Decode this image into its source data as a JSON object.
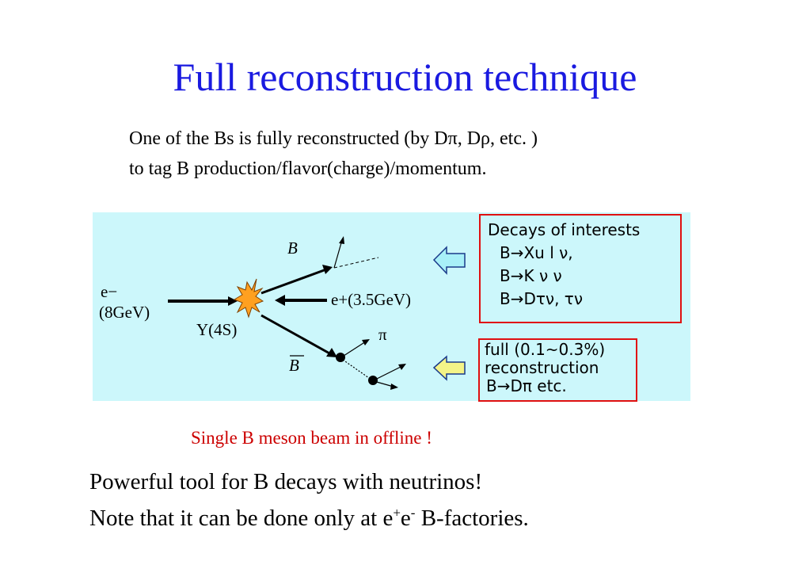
{
  "title": "Full reconstruction technique",
  "intro": {
    "line1": "One of the Bs is fully reconstructed (by Dπ, Dρ, etc. )",
    "line2": "to tag B production/flavor(charge)/momentum."
  },
  "diagram": {
    "b_label": "B",
    "bbar_label": "B",
    "electron_beam_label": "e−",
    "electron_energy": "(8GeV)",
    "positron_label": "e+(3.5GeV)",
    "upsilon_label": "Υ(4S)",
    "pion_label": "π"
  },
  "interest_box": {
    "heading": "Decays of interests",
    "line1": "B→Xu l ν,",
    "line2": "B→K ν ν",
    "line3": "B→Dτν, τν"
  },
  "full_box": {
    "line1": "full (0.1~0.3%)",
    "line2": "reconstruction",
    "line3": "B→Dπ etc."
  },
  "note": "Single B meson beam in offline !",
  "conclusion": {
    "line1": "Powerful tool for B decays with neutrinos!",
    "line2_pre": "Note that it can be done only at e",
    "line2_sup1": "+",
    "line2_mid": "e",
    "line2_sup2": "-",
    "line2_post": " B-factories."
  },
  "colors": {
    "title": "#1a1ae0",
    "note": "#cc0000",
    "box_border": "#e01010",
    "panel": "#ccf7fb",
    "arrow_upper": "#a8f0f8",
    "arrow_lower": "#f4f488",
    "burst": "#ffa020"
  }
}
